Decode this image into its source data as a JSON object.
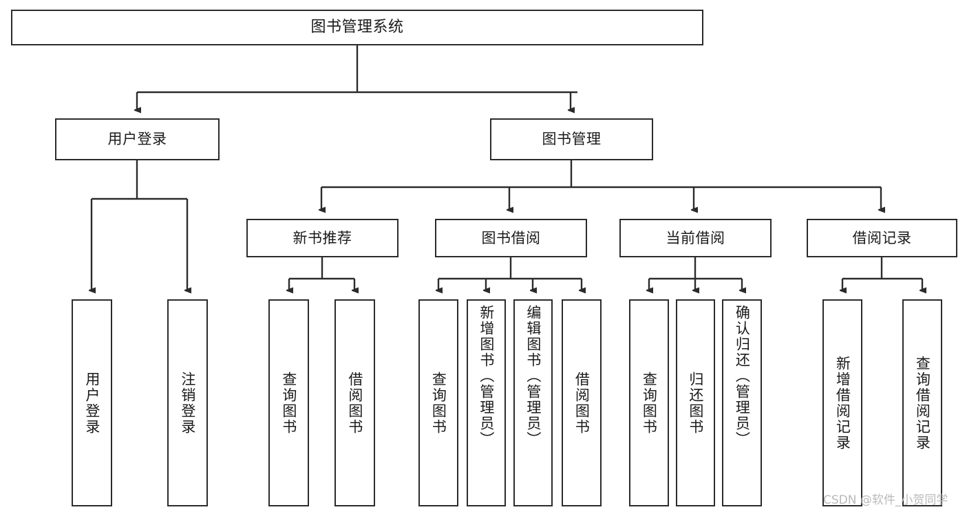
{
  "diagram": {
    "title": "图书管理系统",
    "type": "functional-structure-tree",
    "root": {
      "label": "图书管理系统"
    },
    "level2": [
      {
        "label": "用户登录"
      },
      {
        "label": "图书管理"
      }
    ],
    "level3": [
      {
        "label": "新书推荐"
      },
      {
        "label": "图书借阅"
      },
      {
        "label": "当前借阅"
      },
      {
        "label": "借阅记录"
      }
    ],
    "leaves": {
      "user_login": [
        {
          "label": "用户登录"
        },
        {
          "label": "注销登录"
        }
      ],
      "new_book_recommend": [
        {
          "label": "查询图书"
        },
        {
          "label": "借阅图书"
        }
      ],
      "book_borrow": [
        {
          "label": "查询图书"
        },
        {
          "label": "新增图书（管理员）"
        },
        {
          "label": "编辑图书（管理员）"
        },
        {
          "label": "借阅图书"
        }
      ],
      "current_borrow": [
        {
          "label": "查询图书"
        },
        {
          "label": "归还图书"
        },
        {
          "label": "确认归还（管理员）"
        }
      ],
      "borrow_records": [
        {
          "label": "新增借阅记录"
        },
        {
          "label": "查询借阅记录"
        }
      ]
    }
  },
  "watermark": {
    "text": "CSDN @软件_小贺同学"
  },
  "colors": {
    "border": "#2b2b2b",
    "background": "#ffffff",
    "text": "#1a1a1a",
    "watermark": "#b9b9b9"
  }
}
